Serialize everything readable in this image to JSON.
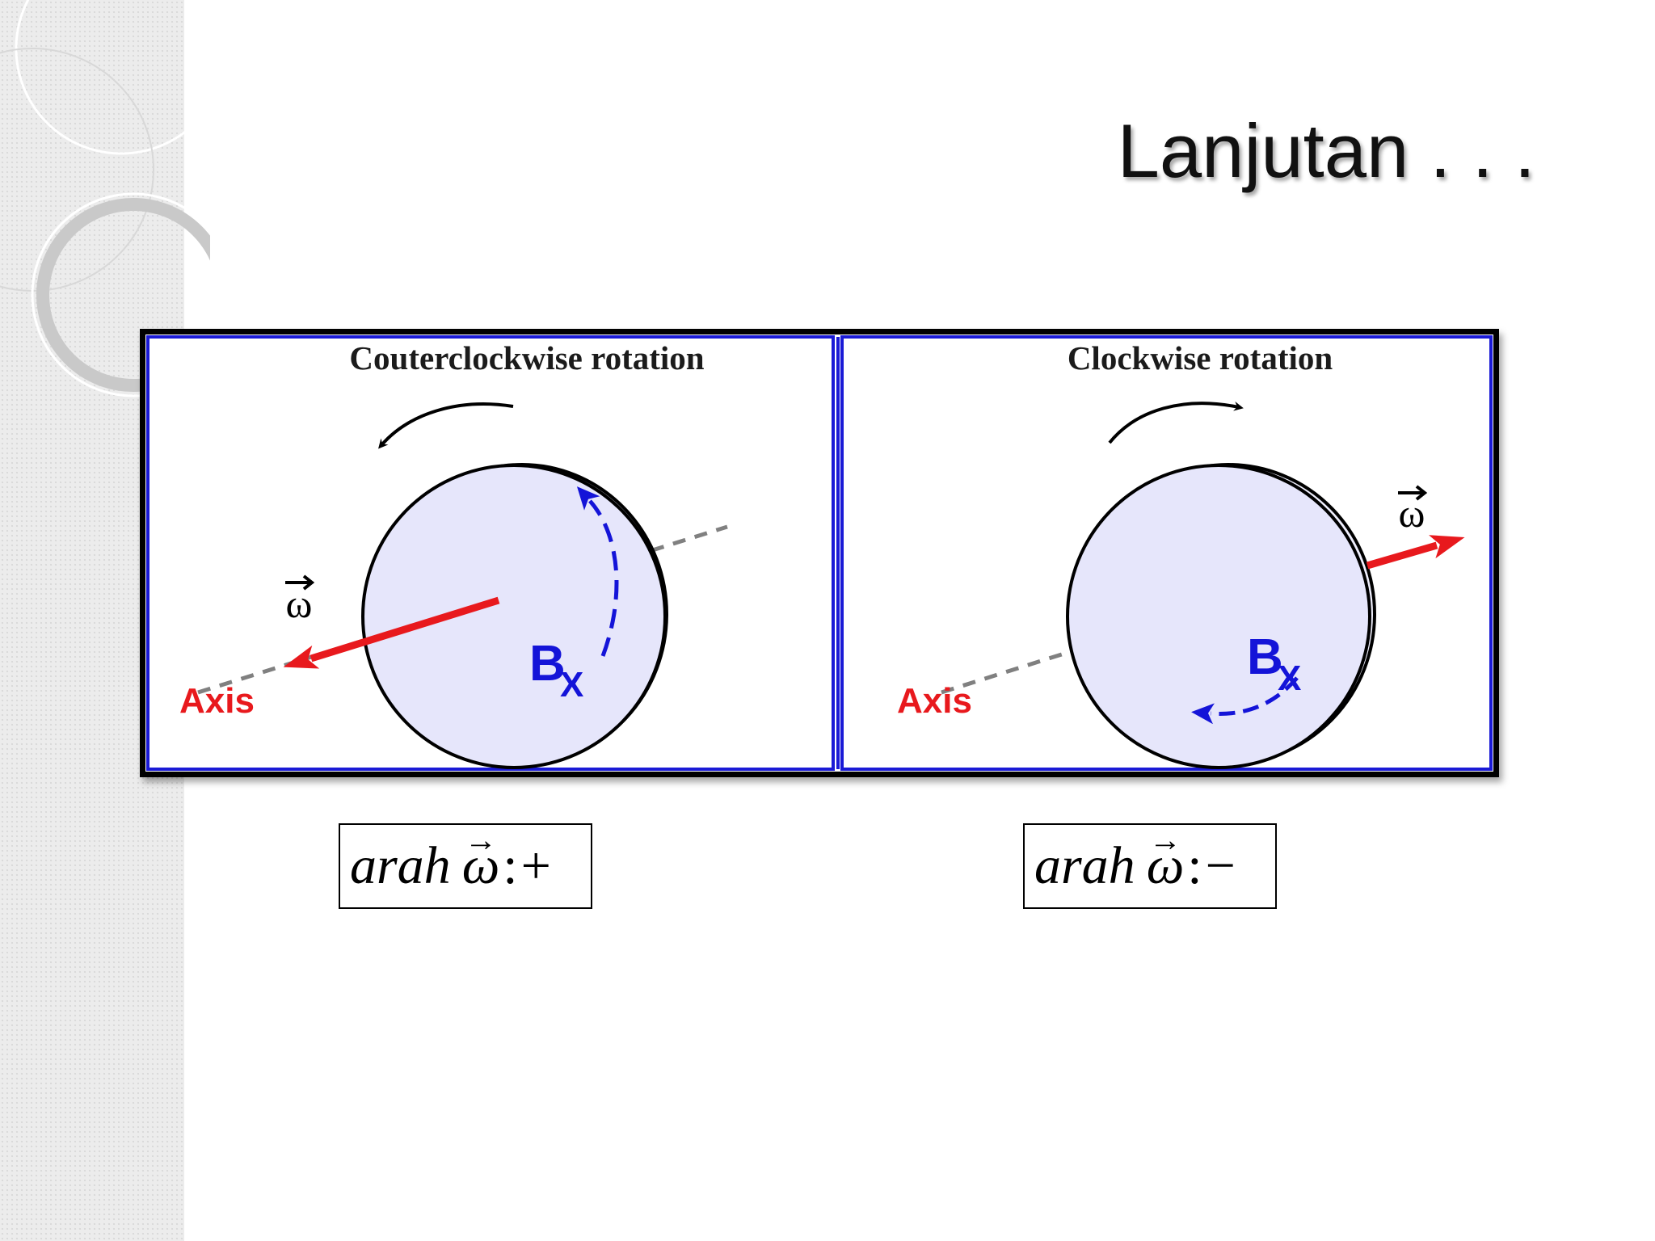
{
  "slide": {
    "title": "Lanjutan . . ."
  },
  "diagram": {
    "left_panel": {
      "title": "Couterclockwise rotation",
      "vector_label": "ω",
      "field_label": "B",
      "field_subscript": "X",
      "axis_label": "Axis"
    },
    "right_panel": {
      "title": "Clockwise rotation",
      "vector_label": "ω",
      "field_label": "B",
      "field_subscript": "X",
      "axis_label": "Axis"
    },
    "colors": {
      "panel_border": "#1a1ad6",
      "disk_fill": "#e6e6fb",
      "vector_red": "#e8191d",
      "field_blue": "#1414d8",
      "axis_gray": "#808080"
    }
  },
  "formulas": {
    "left": {
      "word": "arah",
      "symbol": "ω",
      "arrow": "→",
      "colon": ":",
      "sign": "+"
    },
    "right": {
      "word": "arah",
      "symbol": "ω",
      "arrow": "→",
      "colon": ":",
      "sign": "−"
    }
  }
}
